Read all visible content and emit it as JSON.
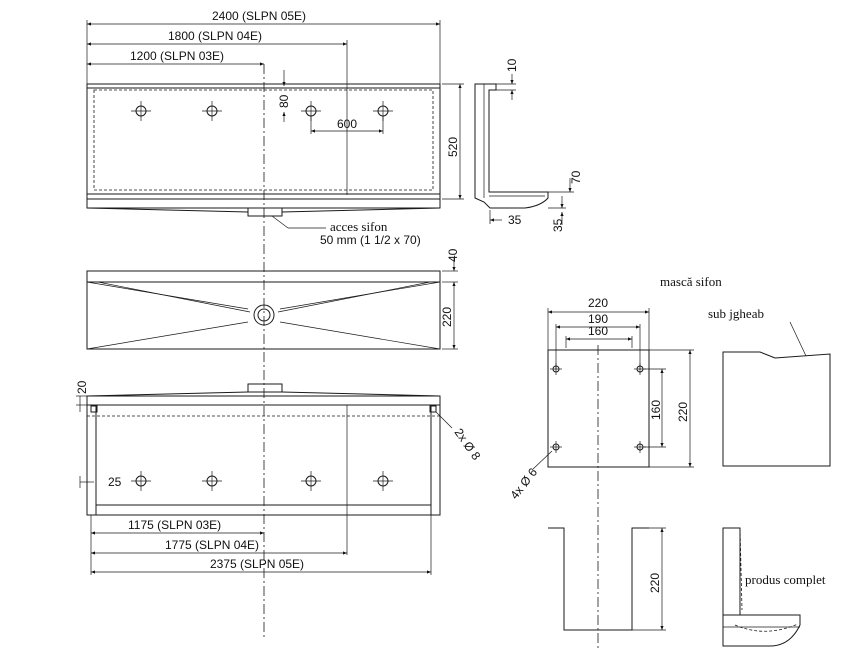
{
  "top_view": {
    "dim_2400": "2400 (SLPN 05E)",
    "dim_1800": "1800 (SLPN 04E)",
    "dim_1200": "1200 (SLPN 03E)",
    "dim_80": "80",
    "dim_600": "600",
    "dim_520": "520",
    "note_acces_sifon": "acces sifon",
    "note_size": "50 mm (1 1/2 x 70)"
  },
  "side_view": {
    "dim_10": "10",
    "dim_70": "70",
    "dim_35a": "35",
    "dim_35b": "35"
  },
  "front_view": {
    "dim_40": "40",
    "dim_220": "220"
  },
  "bottom_view": {
    "dim_20": "20",
    "dim_25": "25",
    "note_holes": "2x Ø 8",
    "dim_1175": "1175 (SLPN 03E)",
    "dim_1775": "1775 (SLPN 04E)",
    "dim_2375": "2375 (SLPN 05E)"
  },
  "mask": {
    "title": "mască sifon",
    "dim_220": "220",
    "dim_190": "190",
    "dim_160": "160",
    "dim_160_v": "160",
    "dim_220_v": "220",
    "note_holes": "4x Ø 6",
    "dim_220_lower": "220"
  },
  "detail": {
    "sub_jgheab": "sub jgheab",
    "produs_complet": "produs complet"
  }
}
